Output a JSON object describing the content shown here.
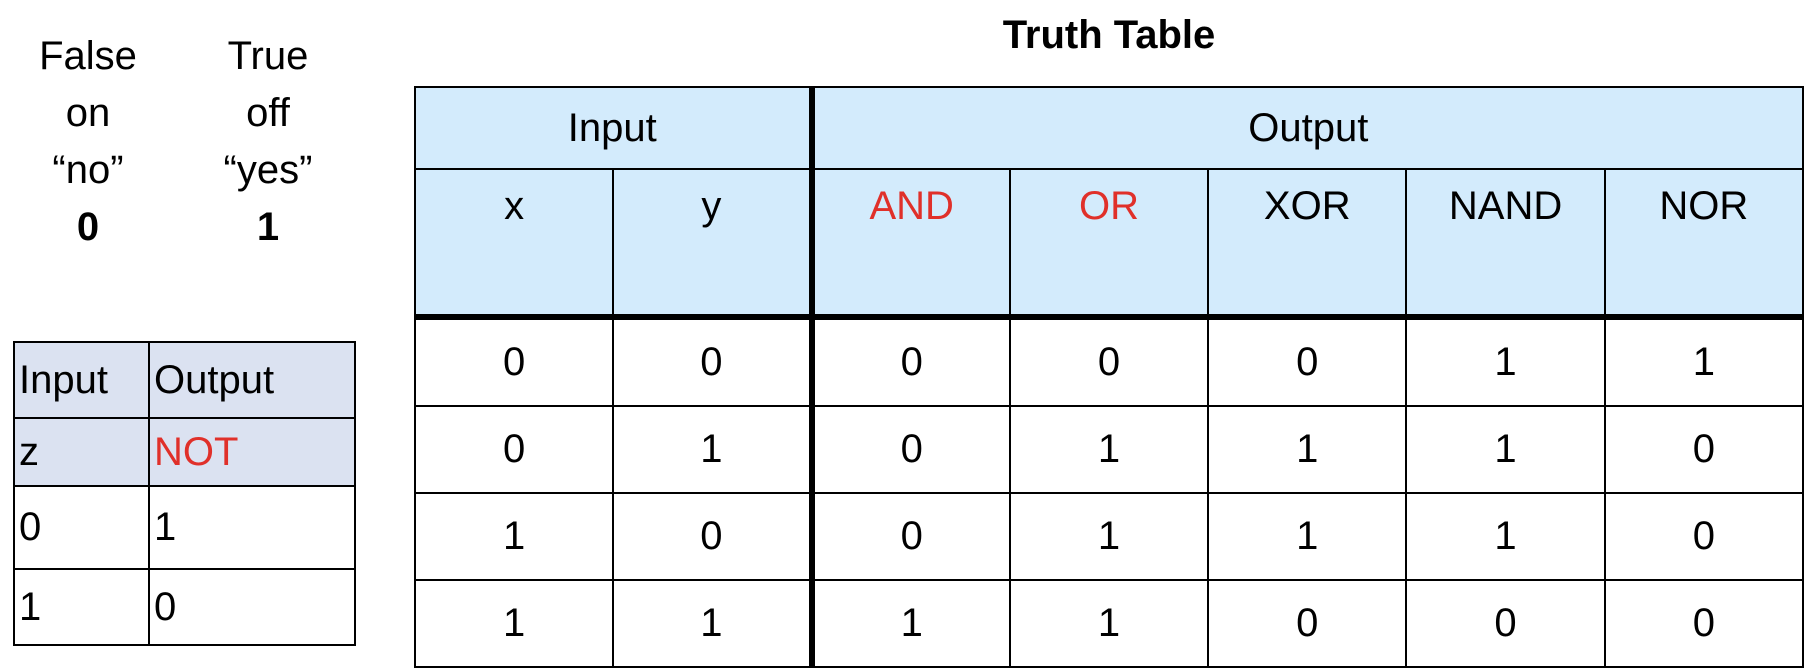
{
  "legend": {
    "false_col": [
      "False",
      "on",
      "“no”",
      "0"
    ],
    "true_col": [
      "True",
      "off",
      "“yes”",
      "1"
    ]
  },
  "not_table": {
    "headers": [
      "Input",
      "Output"
    ],
    "subheaders": [
      "z",
      "NOT"
    ],
    "rows": [
      [
        "0",
        "1"
      ],
      [
        "1",
        "0"
      ]
    ]
  },
  "truth_table": {
    "title": "Truth Table",
    "group_headers": [
      "Input",
      "Output"
    ],
    "columns": [
      "x",
      "y",
      "AND",
      "OR",
      "XOR",
      "NAND",
      "NOR"
    ],
    "rows": [
      [
        "0",
        "0",
        "0",
        "0",
        "0",
        "1",
        "1"
      ],
      [
        "0",
        "1",
        "0",
        "1",
        "1",
        "1",
        "0"
      ],
      [
        "1",
        "0",
        "0",
        "1",
        "1",
        "1",
        "0"
      ],
      [
        "1",
        "1",
        "1",
        "1",
        "0",
        "0",
        "0"
      ]
    ]
  },
  "colors": {
    "highlight_text": "#e0302a",
    "not_table_header_bg": "#dbe2f1",
    "truth_table_header_bg": "#d3ebfc"
  }
}
